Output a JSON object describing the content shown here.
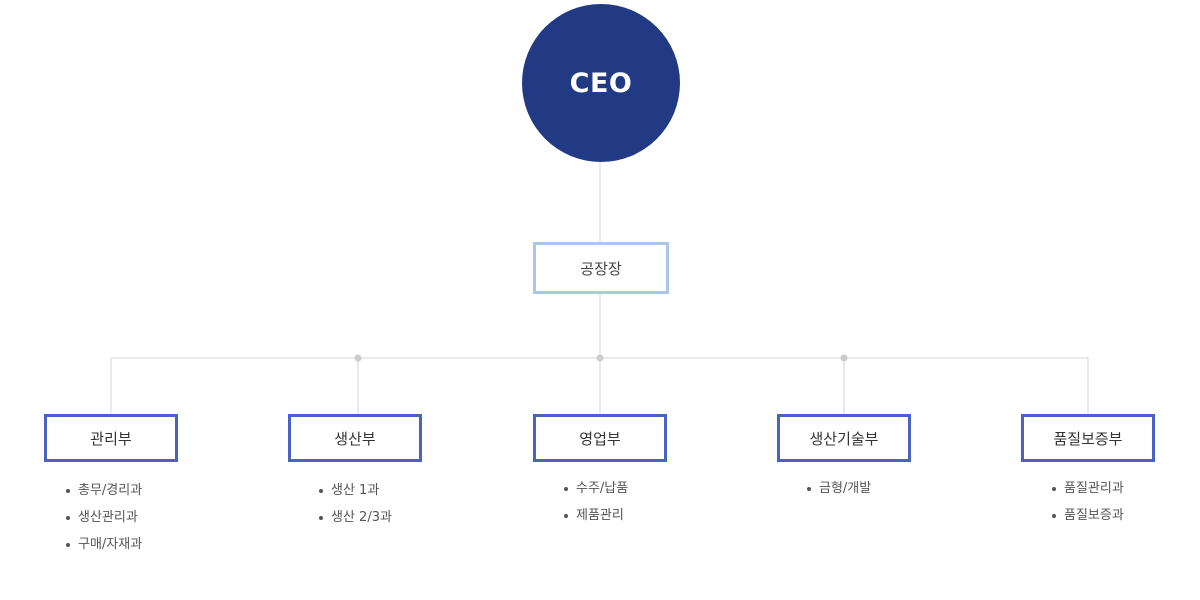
{
  "org_chart": {
    "ceo": {
      "label": "CEO"
    },
    "plant_manager": {
      "label": "공장장"
    },
    "departments": [
      {
        "label": "관리부",
        "items": [
          "총무/경리과",
          "생산관리과",
          "구매/자재과"
        ]
      },
      {
        "label": "생산부",
        "items": [
          "생산 1과",
          "생산 2/3과"
        ]
      },
      {
        "label": "영업부",
        "items": [
          "수주/납품",
          "제품관리"
        ]
      },
      {
        "label": "생산기술부",
        "items": [
          "금형/개발"
        ]
      },
      {
        "label": "품질보증부",
        "items": [
          "품질관리과",
          "품질보증과"
        ]
      }
    ]
  },
  "colors": {
    "ceo_fill": "#213a83",
    "plant_border": "#a9c8e8",
    "dept_border": "#4a63c0",
    "connector": "#d4d4d4"
  }
}
